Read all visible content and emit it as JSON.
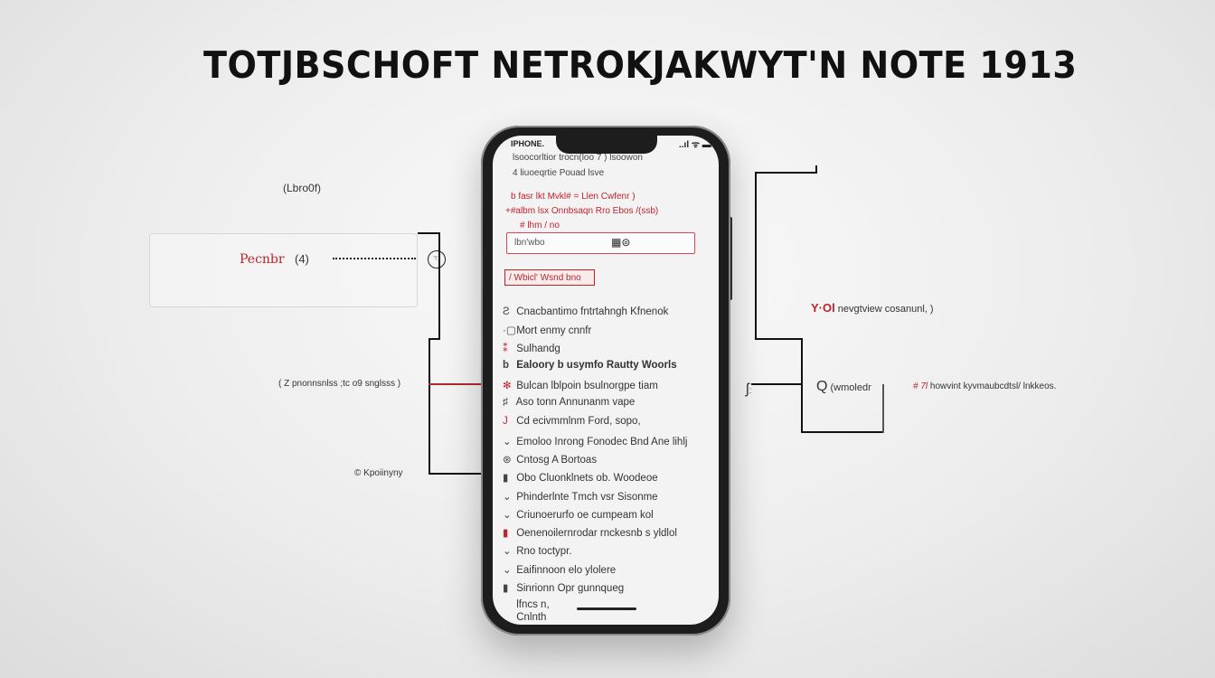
{
  "title": "TOTJBSCHOFT NETROKJAKWYT'N NOTE 1913",
  "left": {
    "top_label": "(Lbro0f)",
    "box_label": "Pecnbr",
    "box_badge": "(4)",
    "middle_label": "( Z pnonnsnlss ;tc o9 snglsss )",
    "bottom_label": "© Kpoiinyny"
  },
  "right": {
    "upper_label_prefix": "Y·Ol",
    "upper_label": "nevgtview cosanunl, )",
    "search_label": "(wmoledr",
    "far_label_prefix": "# 7l",
    "far_label": "howvint kyvmaubcdtsl/ lnkkeos."
  },
  "phone": {
    "status_left": "IPHONE.",
    "status_right": "..ıl ᯤ ▬",
    "header_lines": [
      "lsoocorltior trocn(loo 7 ) lsoowon",
      "4 liuoeqrtie Pouad lsve"
    ],
    "red_lines": [
      "b fasr lkt Mvkl# = Llen Cwfenr )",
      "+#albm lsx Onnbsaqn Rro Ebos /(ssb)",
      "# lhm / no"
    ],
    "input_value": "lbn'wbo",
    "input_icon": "card-icon",
    "red_button": "/ Wbicl' Wsnd bno",
    "rows": [
      {
        "icon": "Ƨ",
        "text": "Cnacbantimo fntrtahngh Kfnenok",
        "red": false,
        "bold": false
      },
      {
        "icon": "·▢",
        "text": "Mort enmy cnnfr",
        "red": false,
        "bold": false
      },
      {
        "icon": "⁑",
        "text": "Sulhandg",
        "red": true,
        "bold": false
      },
      {
        "icon": "b",
        "text": "Ealoory b usymfo Rautty Woorls",
        "red": false,
        "bold": true
      },
      {
        "icon": "✻",
        "text": "Bulcan lblpoin bsulnorgpe tiam",
        "red": true,
        "bold": false
      },
      {
        "icon": "♯",
        "text": "Aso tonn Annunanm vape",
        "red": false,
        "bold": false
      },
      {
        "icon": "J",
        "text": "Cd ecivmmlnm  Ford, sopo,",
        "red": true,
        "bold": false
      },
      {
        "icon": "⌄",
        "text": "Emoloo Inrong Fonodec Bnd Ane lihlj",
        "red": false,
        "bold": false
      },
      {
        "icon": "⊛",
        "text": "Cntosg A  Bortoas",
        "red": false,
        "bold": false
      },
      {
        "icon": "▮",
        "text": "Obo Cluonklnets ob. Woodeoe",
        "red": false,
        "bold": false
      },
      {
        "icon": "⌄",
        "text": "Phinderlnte Tmch vsr  Sisonme",
        "red": false,
        "bold": false
      },
      {
        "icon": "⌄",
        "text": "Criunoerurfo oe cumpeam kol",
        "red": false,
        "bold": false
      },
      {
        "icon": "▮",
        "text": "Oenenoilernrodar rnckesnb s yldlol",
        "red": true,
        "bold": false
      },
      {
        "icon": "⌄",
        "text": "Rno toctypr.",
        "red": false,
        "bold": false
      },
      {
        "icon": "⌄",
        "text": "Eaifinnoon elo ylolere",
        "red": false,
        "bold": false
      },
      {
        "icon": "▮",
        "text": "Sinrionn Opr gunnqueg",
        "red": false,
        "bold": false
      },
      {
        "icon": "",
        "text": "lfncs n,",
        "red": false,
        "bold": false
      },
      {
        "icon": "",
        "text": "Cnlnth",
        "red": false,
        "bold": false
      }
    ]
  },
  "colors": {
    "accent": "#c0222c",
    "frame": "#1d1d1d",
    "background": "#ededed"
  }
}
